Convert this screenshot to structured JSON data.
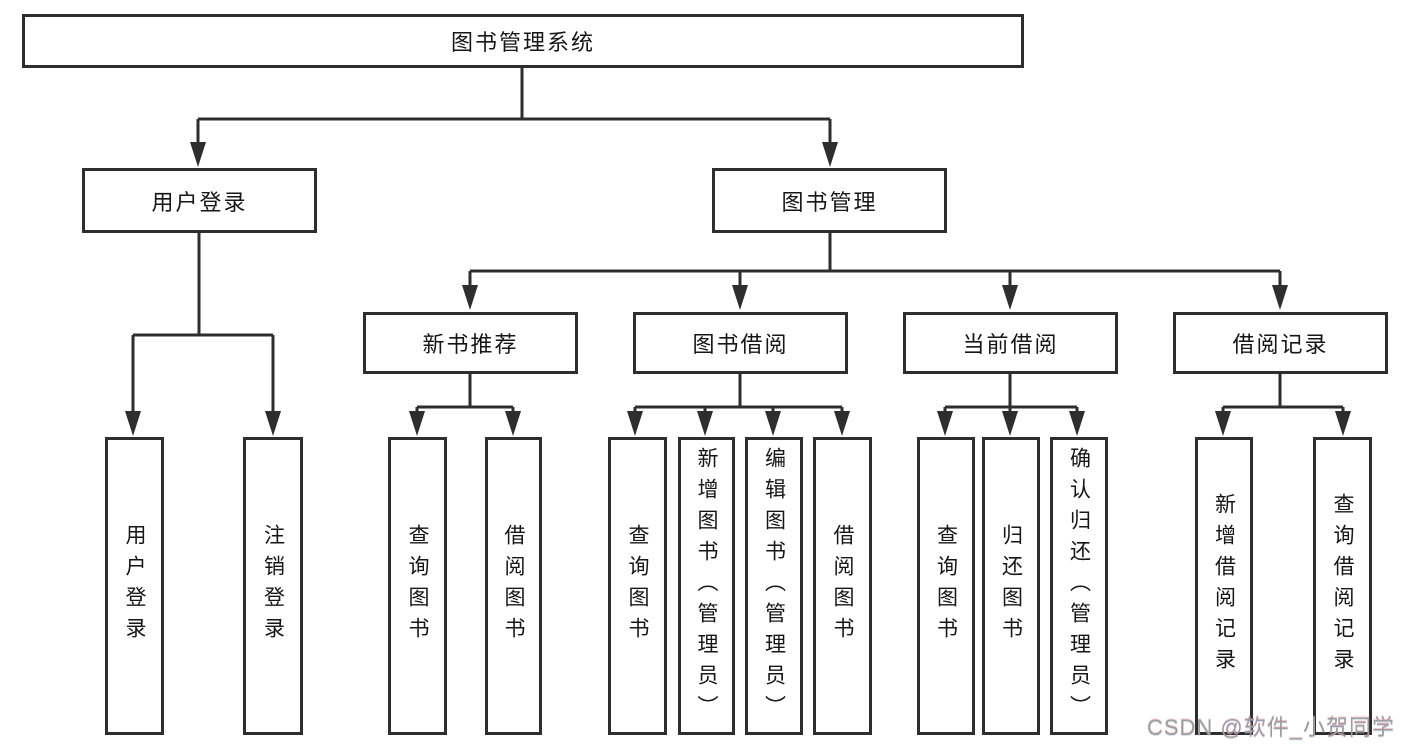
{
  "diagram": {
    "root": {
      "label": "图书管理系统",
      "children": {
        "user_login": {
          "label": "用户登录",
          "children": [
            {
              "label": "用户登录"
            },
            {
              "label": "注销登录"
            }
          ]
        },
        "book_management": {
          "label": "图书管理",
          "children": {
            "new_book_recommend": {
              "label": "新书推荐",
              "children": [
                {
                  "label": "查询图书"
                },
                {
                  "label": "借阅图书"
                }
              ]
            },
            "book_borrowing": {
              "label": "图书借阅",
              "children": [
                {
                  "label": "查询图书"
                },
                {
                  "label": "新增图书（管理员）"
                },
                {
                  "label": "编辑图书（管理员）"
                },
                {
                  "label": "借阅图书"
                }
              ]
            },
            "current_borrowing": {
              "label": "当前借阅",
              "children": [
                {
                  "label": "查询图书"
                },
                {
                  "label": "归还图书"
                },
                {
                  "label": "确认归还（管理员）"
                }
              ]
            },
            "borrowing_records": {
              "label": "借阅记录",
              "children": [
                {
                  "label": "新增借阅记录"
                },
                {
                  "label": "查询借阅记录"
                }
              ]
            }
          }
        }
      }
    },
    "colors": {
      "line": "#2e2e2e",
      "text": "#161616",
      "background": "#ffffff",
      "watermark_text": "#9e9e9e"
    }
  },
  "watermark": "CSDN @软件_小贺同学"
}
